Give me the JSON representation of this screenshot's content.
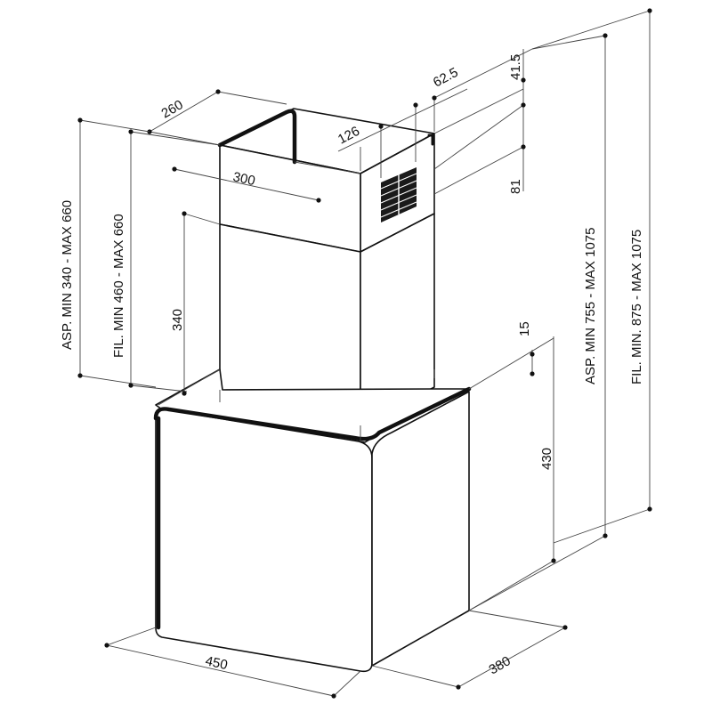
{
  "drawing": {
    "labels": {
      "dim_260": "260",
      "dim_300": "300",
      "dim_126": "126",
      "dim_62_5": "62.5",
      "dim_41_5": "41.5",
      "dim_81": "81",
      "dim_340": "340",
      "dim_15": "15",
      "dim_430": "430",
      "dim_450": "450",
      "dim_380": "380",
      "asp_short": "ASP. MIN 340 - MAX 660",
      "fil_short": "FIL. MIN 460 - MAX 660",
      "asp_long": "ASP. MIN 755 - MAX 1075",
      "fil_long": "FIL. MIN. 875 - MAX 1075"
    }
  }
}
